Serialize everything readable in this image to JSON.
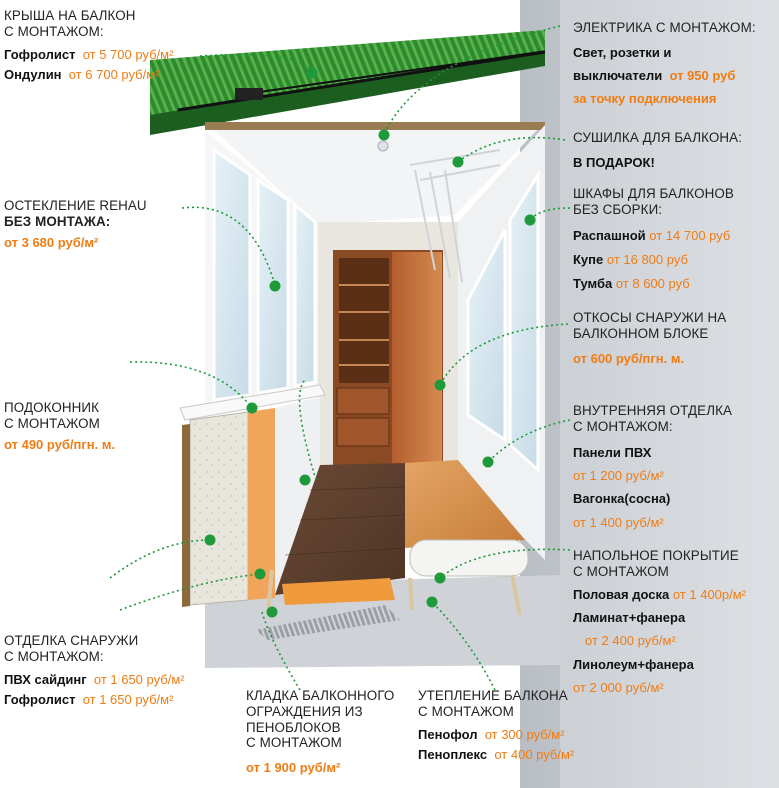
{
  "colors": {
    "accent": "#f07c14",
    "marker": "#1e9a3a",
    "roof": "#2f8a2c",
    "wall": "#c9cdd2"
  },
  "roof": {
    "heading": [
      "КРЫША НА БАЛКОН",
      "С МОНТАЖОМ:"
    ],
    "rows": [
      {
        "name": "Гофролист",
        "price": "от 5 700 руб/м²"
      },
      {
        "name": "Ондулин",
        "price": "от 6 700 руб/м²"
      }
    ]
  },
  "glazing": {
    "heading": [
      "ОСТЕКЛЕНИЕ REHAU",
      "БЕЗ МОНТАЖА:"
    ],
    "price": "от 3 680 руб/м²"
  },
  "sill": {
    "heading": [
      "ПОДОКОННИК",
      "С МОНТАЖОМ"
    ],
    "price": "от 490 руб/пгн. м."
  },
  "outer_finish": {
    "heading": [
      "ОТДЕЛКА СНАРУЖИ",
      "С МОНТАЖОМ:"
    ],
    "rows": [
      {
        "name": "ПВХ сайдинг",
        "price": "от 1 650 руб/м²"
      },
      {
        "name": "Гофролист",
        "price": "от 1 650 руб/м²"
      }
    ]
  },
  "masonry": {
    "heading": [
      "КЛАДКА БАЛКОННОГО",
      "ОГРАЖДЕНИЯ ИЗ",
      "ПЕНОБЛОКОВ",
      "С МОНТАЖОМ"
    ],
    "price": "от 1 900 руб/м²"
  },
  "insulation": {
    "heading": [
      "УТЕПЛЕНИЕ БАЛКОНА",
      "С МОНТАЖОМ"
    ],
    "rows": [
      {
        "name": "Пенофол",
        "price": "от 300 руб/м²"
      },
      {
        "name": "Пеноплекс",
        "price": "от 400 руб/м²"
      }
    ]
  },
  "electric": {
    "heading": [
      "ЭЛЕКТРИКА С МОНТАЖОМ:"
    ],
    "line1": "Свет, розетки и",
    "line2_name": "выключатели",
    "line2_price": "от 950 руб",
    "line3": "за точку подключения"
  },
  "dryer": {
    "heading": [
      "СУШИЛКА ДЛЯ БАЛКОНА:"
    ],
    "gift": "В ПОДАРОК!"
  },
  "wardrobes": {
    "heading": [
      "ШКАФЫ ДЛЯ БАЛКОНОВ",
      "БЕЗ СБОРКИ:"
    ],
    "rows": [
      {
        "name": "Распашной",
        "price": "от 14 700 руб"
      },
      {
        "name": "Купе",
        "price": "от 16 800 руб"
      },
      {
        "name": "Тумба",
        "price": "от 8 600 руб"
      }
    ]
  },
  "slopes": {
    "heading": [
      "ОТКОСЫ СНАРУЖИ НА",
      "БАЛКОННОМ БЛОКЕ"
    ],
    "price": "от 600 руб/пгн. м."
  },
  "inner_finish": {
    "heading": [
      "ВНУТРЕННЯЯ ОТДЕЛКА",
      "С МОНТАЖОМ:"
    ],
    "rows": [
      {
        "name": "Панели ПВХ",
        "price": "от 1 200 руб/м²"
      },
      {
        "name": "Вагонка(сосна)",
        "price": "от 1 400 руб/м²"
      }
    ]
  },
  "floor": {
    "heading": [
      "НАПОЛЬНОЕ ПОКРЫТИЕ",
      "С МОНТАЖОМ"
    ],
    "rows": [
      {
        "name": "Половая доска",
        "price": "от 1 400р/м²"
      },
      {
        "name": "Ламинат+фанера",
        "price": "от 2 400 руб/м²"
      },
      {
        "name": "Линолеум+фанера",
        "price": "от 2 000 руб/м²"
      }
    ]
  }
}
